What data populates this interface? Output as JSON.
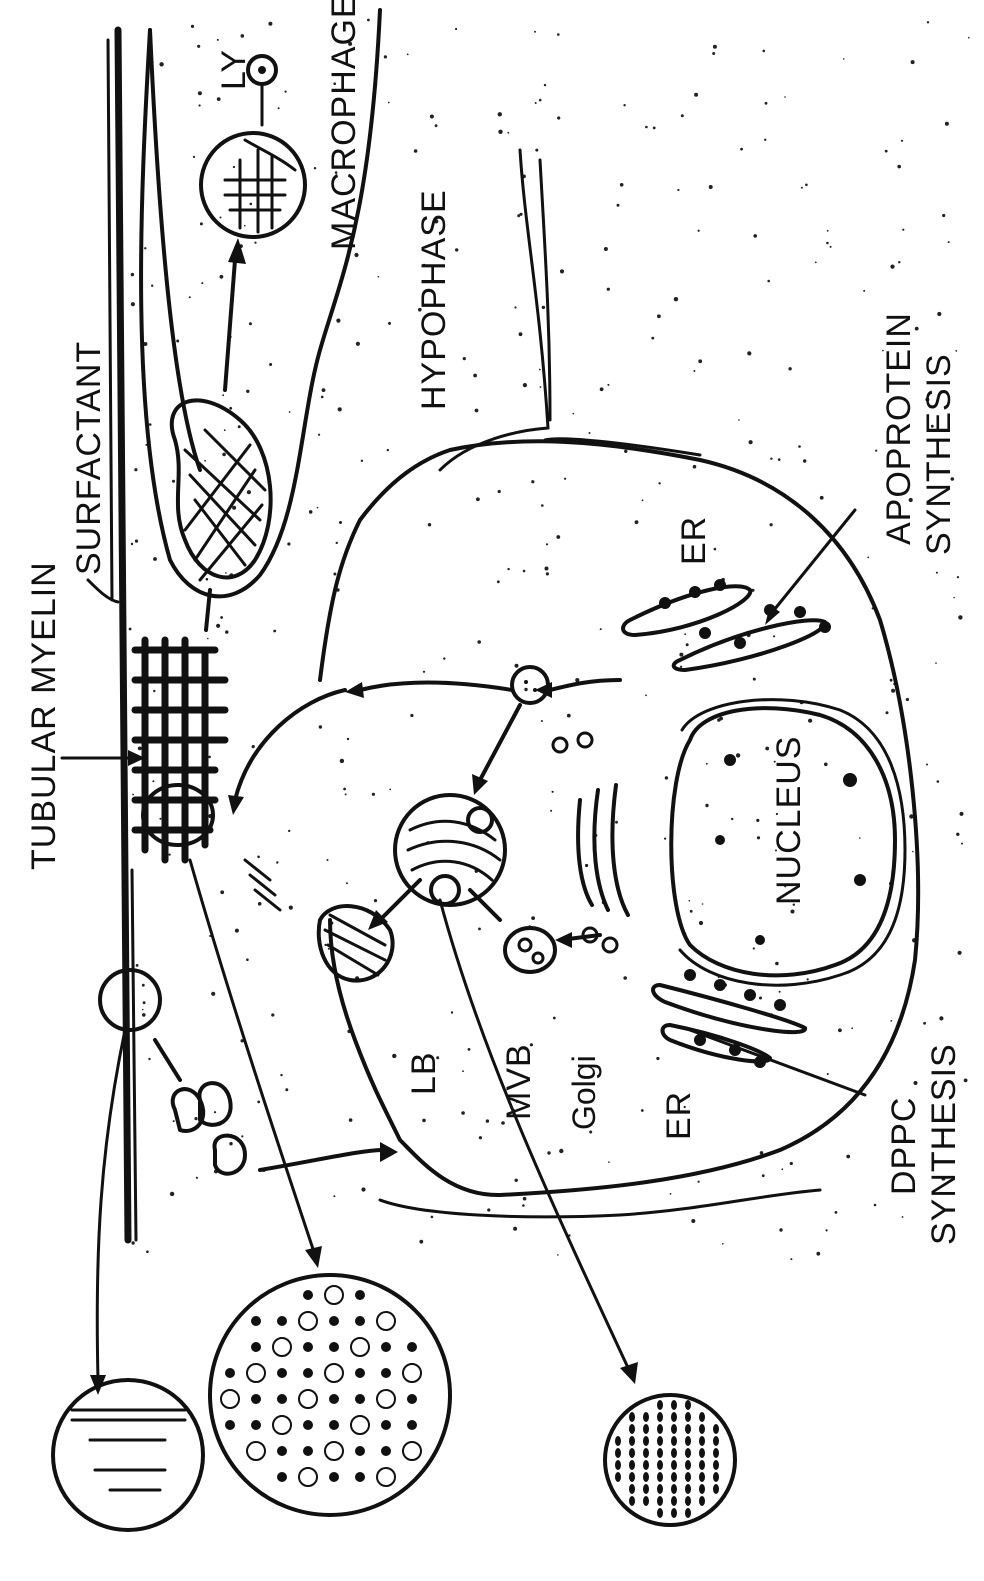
{
  "diagram": {
    "labels": {
      "tubular_myelin": "TUBULAR MYELIN",
      "surfactant": "SURFACTANT",
      "macrophage": "MACROPHAGE",
      "ly": "LY",
      "hypophase": "HYPOPHASE",
      "apoprotein_synthesis_line1": "APOPROTEIN",
      "apoprotein_synthesis_line2": "SYNTHESIS",
      "er_top": "ER",
      "nucleus": "NUCLEUS",
      "lb": "LB",
      "mvb": "MVB",
      "golgi": "Golgi",
      "er_bottom": "ER",
      "dppc_synthesis_line1": "DPPC",
      "dppc_synthesis_line2": "SYNTHESIS"
    },
    "ink_color": "#111111",
    "background_color": "#ffffff"
  }
}
